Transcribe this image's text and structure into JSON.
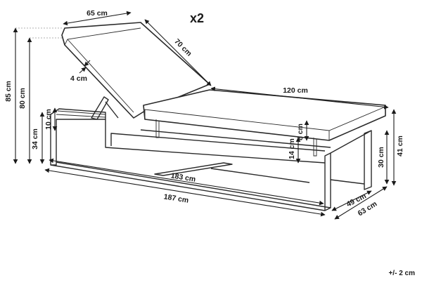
{
  "quantity": "x2",
  "tolerance": "+/- 2 cm",
  "dimensions": {
    "backrest_width": "65 cm",
    "backrest_length": "70 cm",
    "backrest_thickness": "4 cm",
    "seat_length": "120 cm",
    "total_height": "85 cm",
    "back_height": "80 cm",
    "frame_height": "34 cm",
    "slat_height": "10 cm",
    "cushion_thickness": "8 cm",
    "cushion_drop": "14 cm",
    "side_height": "30 cm",
    "total_side_height": "41 cm",
    "inner_length": "183 cm",
    "total_length": "187 cm",
    "inner_width": "49 cm",
    "total_width": "63 cm"
  }
}
